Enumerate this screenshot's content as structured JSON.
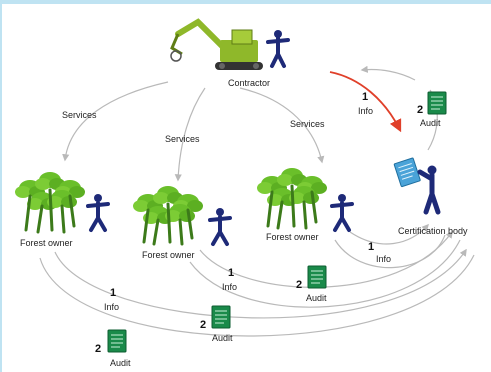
{
  "nodes": {
    "contractor": "Contractor",
    "forest_owner_left": "Forest owner",
    "forest_owner_middle": "Forest owner",
    "forest_owner_right": "Forest owner",
    "certification_body": "Certification body"
  },
  "edges": {
    "services_left": "Services",
    "services_middle": "Services",
    "services_right": "Services"
  },
  "flows": {
    "contractor_info_num": "1",
    "contractor_info": "Info",
    "contractor_audit_num": "2",
    "contractor_audit": "Audit",
    "right_info_num": "1",
    "right_info": "Info",
    "right_audit_num": "2",
    "right_audit": "Audit",
    "middle_info_num": "1",
    "middle_info": "Info",
    "middle_audit_num": "2",
    "middle_audit": "Audit",
    "left_info_num": "1",
    "left_info": "Info",
    "left_audit_num": "2",
    "left_audit": "Audit"
  },
  "colors": {
    "tree": "#6abf2a",
    "trunk": "#3c7a1a",
    "person": "#1e2a78",
    "excavator": "#8fb82a",
    "document": "#1a8a4a",
    "report": "#4aa3d8",
    "arrow": "#b9b9b9",
    "highlight_arrow": "#e0402a"
  },
  "icons": [
    "excavator-icon",
    "tree-cluster-icon",
    "person-icon",
    "document-icon",
    "report-icon"
  ]
}
